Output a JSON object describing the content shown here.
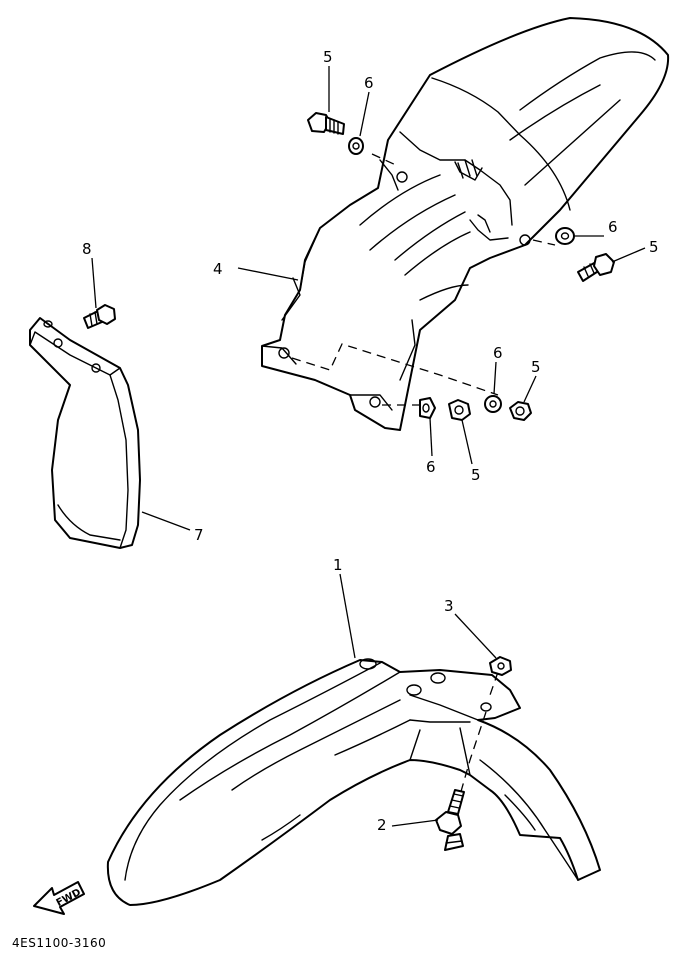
{
  "diagram": {
    "code": "4ES1100-3160",
    "fwd_label": "FWD",
    "callouts": {
      "p5_top": "5",
      "p6_top": "6",
      "p4": "4",
      "p6_right": "6",
      "p5_right": "5",
      "p8": "8",
      "p6_mid": "6",
      "p5_mid": "5",
      "p6_low": "6",
      "p5_low": "5",
      "p7": "7",
      "p1": "1",
      "p3": "3",
      "p2": "2"
    }
  }
}
